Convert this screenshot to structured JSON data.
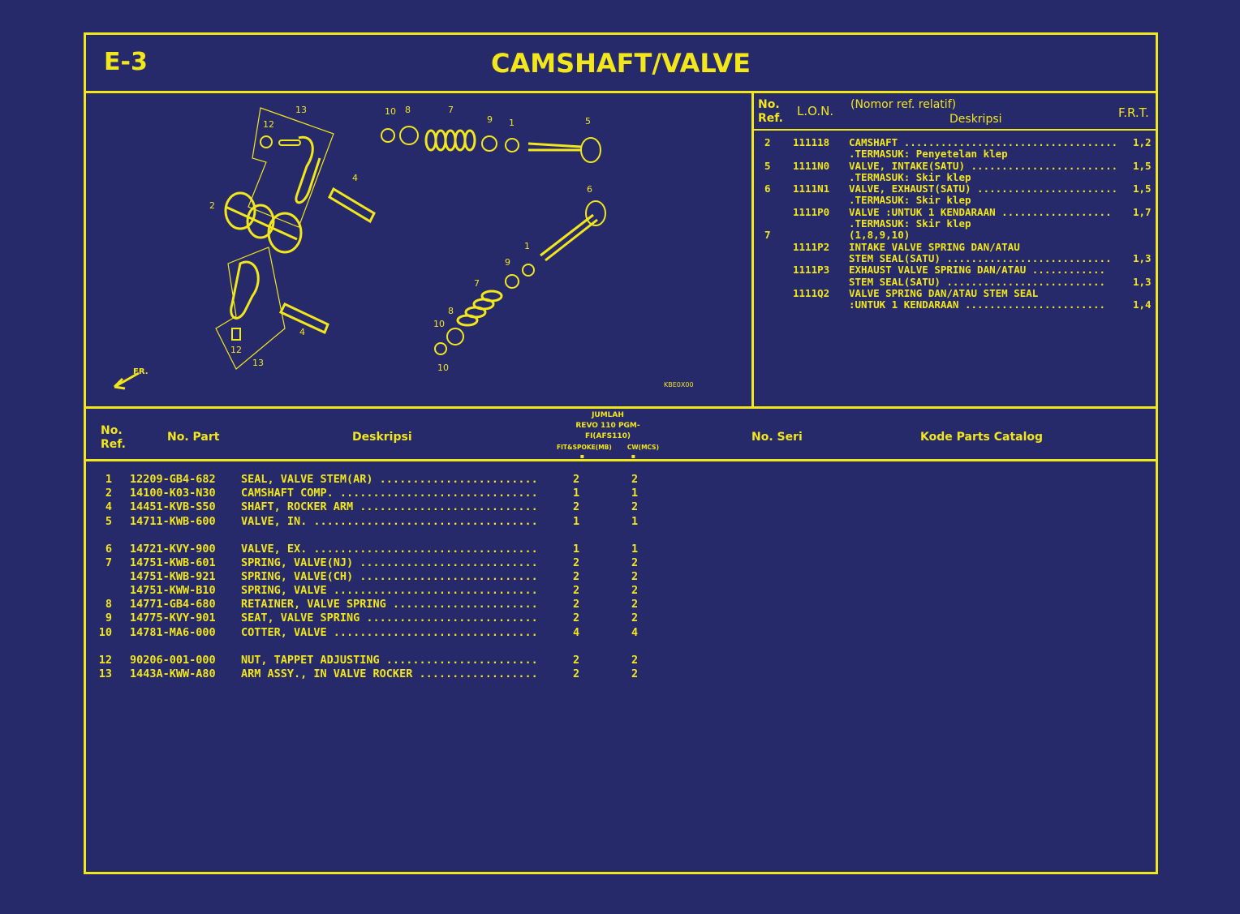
{
  "header": {
    "code": "E-3",
    "title": "CAMSHAFT/VALVE"
  },
  "ref_table": {
    "headers": {
      "no_ref_line1": "No.",
      "no_ref_line2": "Ref.",
      "lon": "L.O.N.",
      "nomor_ref": "(Nomor ref. relatif)",
      "deskripsi": "Deskripsi",
      "frt": "F.R.T."
    },
    "rows": [
      {
        "ref": "2",
        "lon": "111118",
        "desc": "CAMSHAFT ...................................",
        "frt": "1,2"
      },
      {
        "ref": "",
        "lon": "",
        "desc": ".TERMASUK: Penyetelan klep",
        "frt": ""
      },
      {
        "ref": "5",
        "lon": "1111N0",
        "desc": "VALVE, INTAKE(SATU) ........................",
        "frt": "1,5"
      },
      {
        "ref": "",
        "lon": "",
        "desc": ".TERMASUK: Skir klep",
        "frt": ""
      },
      {
        "ref": "6",
        "lon": "1111N1",
        "desc": "VALVE, EXHAUST(SATU) .......................",
        "frt": "1,5"
      },
      {
        "ref": "",
        "lon": "",
        "desc": ".TERMASUK: Skir klep",
        "frt": ""
      },
      {
        "ref": "",
        "lon": "1111P0",
        "desc": "VALVE :UNTUK 1 KENDARAAN ..................",
        "frt": "1,7"
      },
      {
        "ref": "",
        "lon": "",
        "desc": ".TERMASUK: Skir klep",
        "frt": ""
      },
      {
        "ref": "7",
        "lon": "",
        "desc": "(1,8,9,10)",
        "frt": ""
      },
      {
        "ref": "",
        "lon": "1111P2",
        "desc": "INTAKE VALVE SPRING DAN/ATAU",
        "frt": ""
      },
      {
        "ref": "",
        "lon": "",
        "desc": "STEM SEAL(SATU) ...........................",
        "frt": "1,3"
      },
      {
        "ref": "",
        "lon": "1111P3",
        "desc": "EXHAUST VALVE SPRING DAN/ATAU ............",
        "frt": ""
      },
      {
        "ref": "",
        "lon": "",
        "desc": " STEM SEAL(SATU) ..........................",
        "frt": "1,3"
      },
      {
        "ref": "",
        "lon": "1111Q2",
        "desc": "VALVE SPRING DAN/ATAU STEM SEAL",
        "frt": ""
      },
      {
        "ref": "",
        "lon": "",
        "desc": " :UNTUK 1 KENDARAAN .......................",
        "frt": "1,4"
      }
    ]
  },
  "diagram": {
    "labels": [
      "13",
      "12",
      "10",
      "8",
      "7",
      "9",
      "1",
      "5",
      "4",
      "2",
      "6",
      "1",
      "9",
      "7",
      "8",
      "10",
      "10",
      "4",
      "12",
      "13"
    ],
    "front_label": "FR.",
    "code": "KBE0X00"
  },
  "parts_table": {
    "headers": {
      "no_ref_line1": "No.",
      "no_ref_line2": "Ref.",
      "no_part": "No. Part",
      "deskripsi": "Deskripsi",
      "jumlah": "JUMLAH",
      "model": "REVO 110 PGM-FI(AFS110)",
      "col1": "FIT&SPOKE(MB)",
      "col2": "CW(MCS)",
      "col1_mark": "▪",
      "col2_mark": "▪",
      "no_seri": "No. Seri",
      "kode": "Kode Parts Catalog"
    },
    "rows": [
      {
        "ref": "1",
        "part": "12209-GB4-682",
        "desc": "SEAL, VALVE STEM(AR) ........................",
        "q1": "2",
        "q2": "2"
      },
      {
        "ref": "2",
        "part": "14100-K03-N30",
        "desc": "CAMSHAFT COMP. ..............................",
        "q1": "1",
        "q2": "1"
      },
      {
        "ref": "4",
        "part": "14451-KVB-S50",
        "desc": "SHAFT, ROCKER ARM ...........................",
        "q1": "2",
        "q2": "2"
      },
      {
        "ref": "5",
        "part": "14711-KWB-600",
        "desc": "VALVE, IN. ..................................",
        "q1": "1",
        "q2": "1"
      },
      {
        "gap": true
      },
      {
        "ref": "6",
        "part": "14721-KVY-900",
        "desc": "VALVE, EX. ..................................",
        "q1": "1",
        "q2": "1"
      },
      {
        "ref": "7",
        "part": "14751-KWB-601",
        "desc": "SPRING, VALVE(NJ) ...........................",
        "q1": "2",
        "q2": "2"
      },
      {
        "ref": "",
        "part": "14751-KWB-921",
        "desc": "SPRING, VALVE(CH) ...........................",
        "q1": "2",
        "q2": "2"
      },
      {
        "ref": "",
        "part": "14751-KWW-B10",
        "desc": "SPRING, VALVE ...............................",
        "q1": "2",
        "q2": "2"
      },
      {
        "ref": "8",
        "part": "14771-GB4-680",
        "desc": "RETAINER, VALVE SPRING ......................",
        "q1": "2",
        "q2": "2"
      },
      {
        "ref": "9",
        "part": "14775-KVY-901",
        "desc": "SEAT, VALVE SPRING ..........................",
        "q1": "2",
        "q2": "2"
      },
      {
        "ref": "10",
        "part": "14781-MA6-000",
        "desc": "COTTER, VALVE ...............................",
        "q1": "4",
        "q2": "4"
      },
      {
        "gap": true
      },
      {
        "ref": "12",
        "part": "90206-001-000",
        "desc": "NUT, TAPPET ADJUSTING .......................",
        "q1": "2",
        "q2": "2"
      },
      {
        "ref": "13",
        "part": "1443A-KWW-A80",
        "desc": "ARM ASSY., IN VALVE ROCKER ..................",
        "q1": "2",
        "q2": "2"
      }
    ]
  },
  "colors": {
    "background": "#262a6a",
    "foreground": "#f2e61c"
  }
}
